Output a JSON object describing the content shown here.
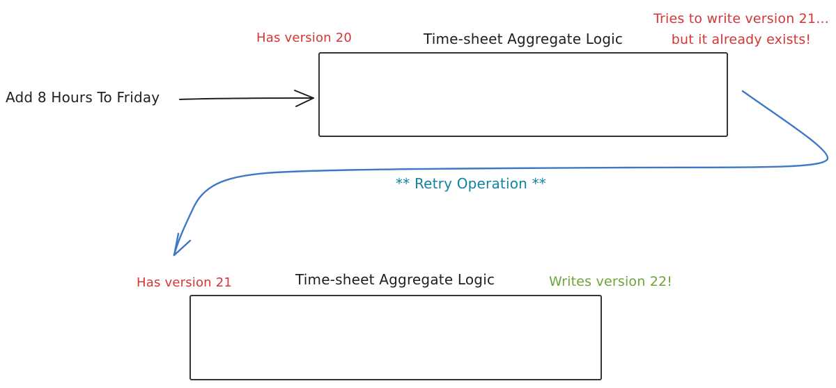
{
  "diagram": {
    "top_flow": {
      "version_label": "Has version 20",
      "box_title": "Time-sheet Aggregate Logic",
      "command_label": "Add 8 Hours To Friday",
      "conflict_note_line1": "Tries to write version 21...",
      "conflict_note_line2": "but it already exists!"
    },
    "retry_label": "** Retry Operation **",
    "bottom_flow": {
      "version_label": "Has version 21",
      "box_title": "Time-sheet Aggregate Logic",
      "success_note": "Writes version 22!"
    },
    "colors": {
      "annotation_red": "#d43535",
      "annotation_green": "#6ba437",
      "retry_teal": "#1183a0",
      "retry_arrow_blue": "#3d78c6",
      "ink_black": "#1e1e1e",
      "box_border": "#343434",
      "background": "#ffffff"
    }
  }
}
